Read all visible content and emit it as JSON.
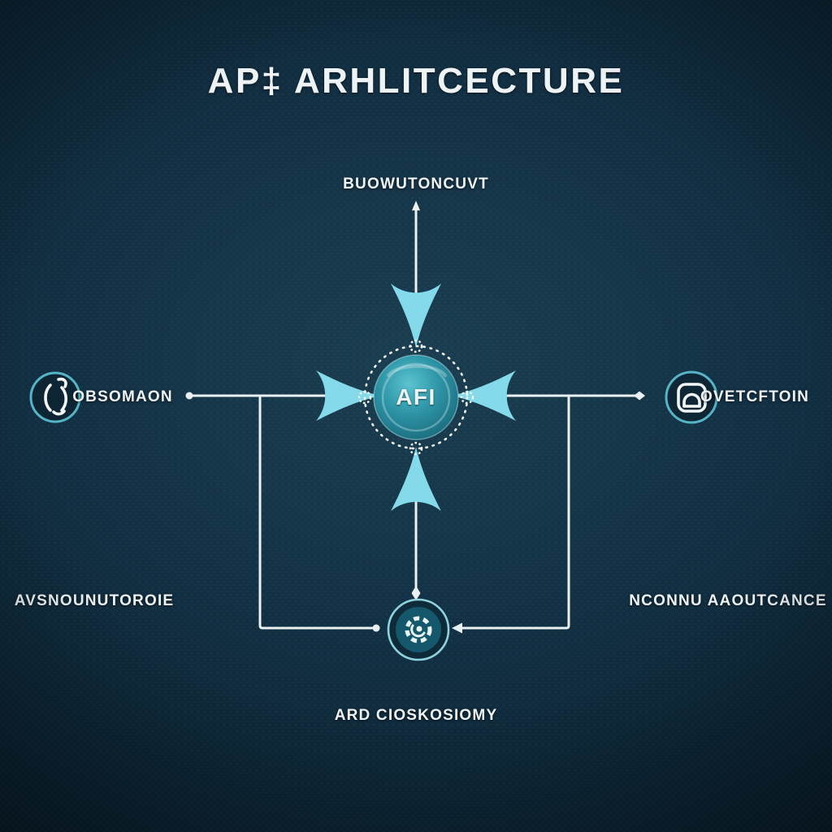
{
  "title": "AP‡ ARHLITCECTURE",
  "nodes": {
    "center": {
      "label": "AFI",
      "icon": "api-sphere"
    },
    "top": {
      "label": "BUOWUTONCUVT"
    },
    "left": {
      "label": "OBSOMAON",
      "icon": "sync-brackets-icon"
    },
    "right": {
      "label": "OVETCFTOIN",
      "icon": "rounded-arch-icon"
    },
    "bottom_left": {
      "label": "AVSNOUNUTOROIE"
    },
    "bottom_right": {
      "label": "NCONNU AAOUTCANCE"
    },
    "bottom_center": {
      "label": "ARD CIOSKOSIOMY",
      "icon": "gear-emblem-icon"
    }
  },
  "colors": {
    "background": "#0c2332",
    "line": "#e9f1f3",
    "arrow": "#84d9ea",
    "node_ring": "#55b4c6",
    "sphere_light": "#5cc3cf",
    "sphere_dark": "#176678",
    "text": "#eef3f5"
  }
}
